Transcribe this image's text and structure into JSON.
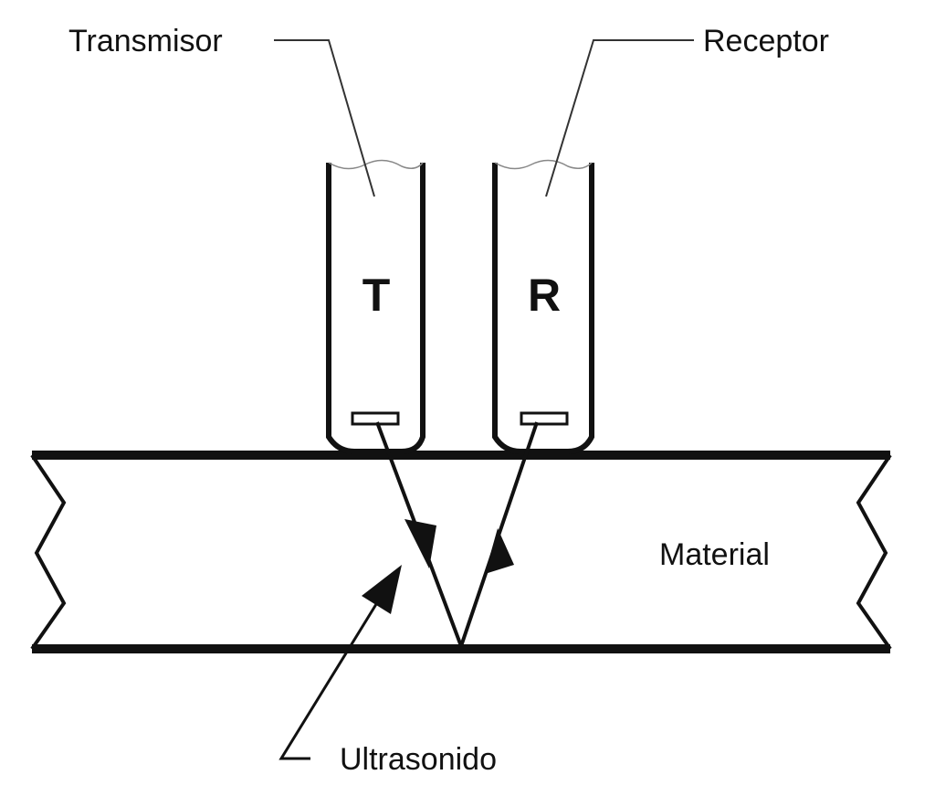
{
  "labels": {
    "transmitter": "Transmisor",
    "receiver": "Receptor",
    "material": "Material",
    "ultrasound": "Ultrasonido"
  },
  "probes": {
    "transmitter_letter": "T",
    "receiver_letter": "R"
  },
  "colors": {
    "line": "#111111",
    "leader": "#333333",
    "background": "#ffffff"
  }
}
